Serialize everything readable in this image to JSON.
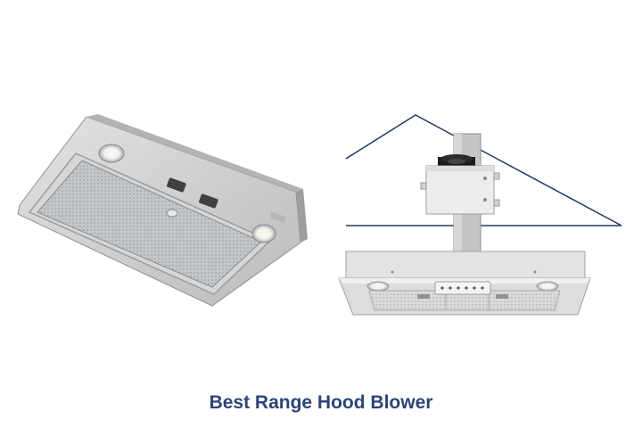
{
  "caption": "Best Range Hood Blower",
  "colors": {
    "caption": "#2a4577",
    "roof_line": "#1f3a63",
    "steel_light": "#e6e7e8",
    "steel_mid": "#c9cbcd",
    "steel_dark": "#9a9c9e",
    "blower_black": "#1b1b1b"
  },
  "images": [
    {
      "name": "hood-insert-photo",
      "description_icon": "range-hood-insert-icon"
    },
    {
      "name": "ceiling-blower-diagram",
      "description_icon": "roof-blower-icon"
    }
  ]
}
